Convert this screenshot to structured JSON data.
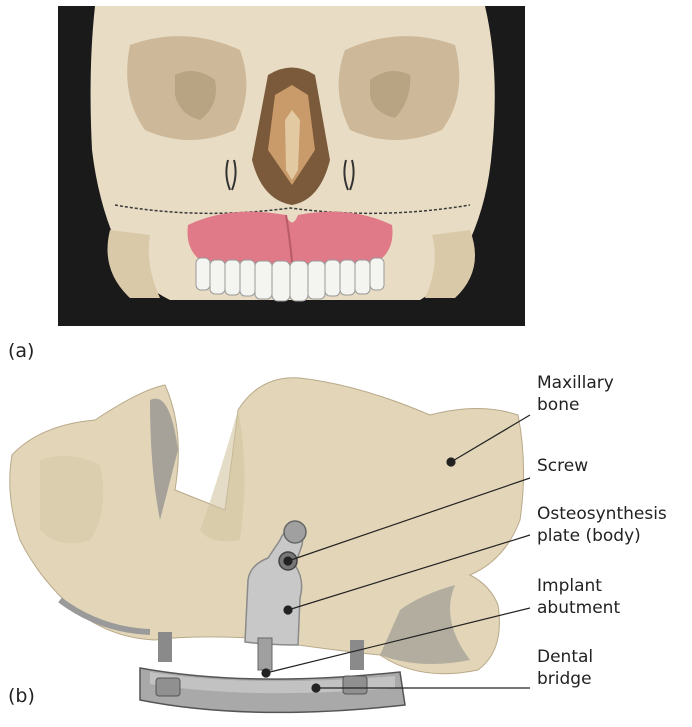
{
  "panels": {
    "a": {
      "label": "(a)"
    },
    "b": {
      "label": "(b)",
      "callouts": [
        {
          "id": "maxillary-bone",
          "lines": [
            "Maxillary",
            "bone"
          ]
        },
        {
          "id": "screw",
          "lines": [
            "Screw"
          ]
        },
        {
          "id": "osteosynthesis-plate",
          "lines": [
            "Osteosynthesis",
            "plate (body)"
          ]
        },
        {
          "id": "implant-abutment",
          "lines": [
            "Implant",
            "abutment"
          ]
        },
        {
          "id": "dental-bridge",
          "lines": [
            "Dental",
            "bridge"
          ]
        }
      ]
    }
  },
  "colors": {
    "photo_background": "#1a1a1a",
    "skull_bone": "#e8dcc4",
    "gum": "#e07a88",
    "teeth": "#f4f4f0",
    "model_bone": "#e3d6b8",
    "plate": "#c8c8c8",
    "bridge": "#a9a9a9",
    "leader_line": "#222222"
  }
}
